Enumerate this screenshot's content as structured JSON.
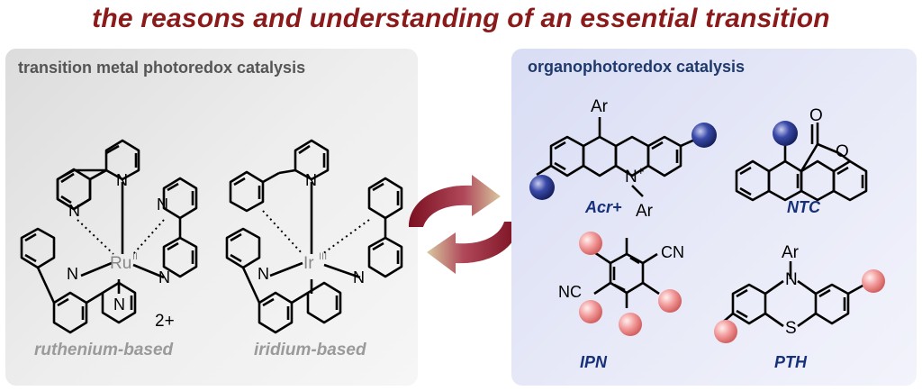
{
  "title": "the reasons and understanding of an essential transition",
  "left_panel": {
    "heading": "transition metal photoredox catalysis",
    "ruthenium": {
      "caption": "ruthenium-based",
      "metal": "Ru",
      "oxidation": "II",
      "charge": "2+",
      "n_label": "N"
    },
    "iridium": {
      "caption": "iridium-based",
      "metal": "Ir",
      "oxidation": "III",
      "n_label": "N"
    }
  },
  "right_panel": {
    "heading": "organophotoredox catalysis",
    "acr": {
      "caption": "Acr+",
      "ar_top": "Ar",
      "ar_bottom": "Ar",
      "n_label": "N",
      "plus": "+"
    },
    "ntc": {
      "caption": "NTC",
      "o_carbonyl": "O",
      "o_ring": "O"
    },
    "ipn": {
      "caption": "IPN",
      "cn_left": "NC",
      "cn_right": "CN"
    },
    "pth": {
      "caption": "PTH",
      "ar": "Ar",
      "n_label": "N",
      "s_label": "S"
    }
  },
  "colors": {
    "title": "#8b1a1a",
    "blue_sphere": "#2a3a9a",
    "pink_sphere": "#f08080",
    "arrow": "#9a2a3a"
  }
}
